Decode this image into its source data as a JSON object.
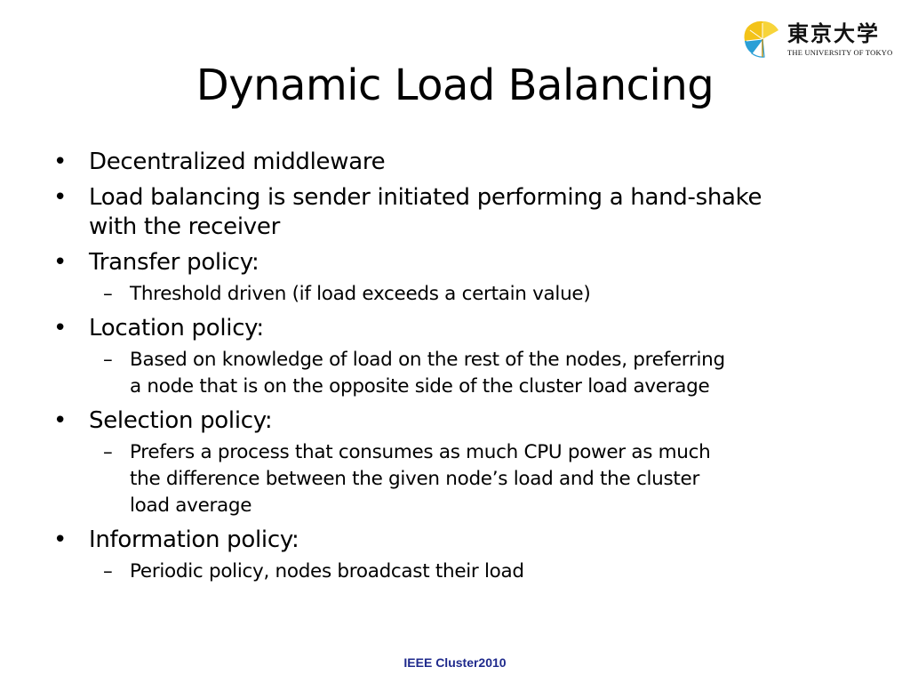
{
  "slide": {
    "title": "Dynamic Load Balancing",
    "footer": "IEEE Cluster2010",
    "logo": {
      "jp": "東京大学",
      "en": "THE UNIVERSITY OF TOKYO",
      "colors": {
        "yellow": "#f3c318",
        "blue": "#2a9fd6"
      }
    },
    "bullets": [
      {
        "level": 1,
        "marker": "•",
        "lines": [
          "Decentralized middleware"
        ]
      },
      {
        "level": 1,
        "marker": "•",
        "lines": [
          "Load balancing is sender initiated performing a hand-shake",
          "with the receiver"
        ]
      },
      {
        "level": 1,
        "marker": "•",
        "lines": [
          "Transfer policy:"
        ]
      },
      {
        "level": 2,
        "marker": "–",
        "lines": [
          "Threshold driven (if load exceeds a certain value)"
        ]
      },
      {
        "level": 1,
        "marker": "•",
        "lines": [
          "Location policy:"
        ]
      },
      {
        "level": 2,
        "marker": "–",
        "lines": [
          "Based on knowledge of load on the rest of the nodes, preferring",
          "a node that is on the opposite side of the cluster load average"
        ]
      },
      {
        "level": 1,
        "marker": "•",
        "lines": [
          "Selection policy:"
        ]
      },
      {
        "level": 2,
        "marker": "–",
        "lines": [
          "Prefers a process that consumes as much CPU power as much",
          "the difference between the given node’s load and the cluster",
          "load average"
        ]
      },
      {
        "level": 1,
        "marker": "•",
        "lines": [
          "Information policy:"
        ]
      },
      {
        "level": 2,
        "marker": "–",
        "lines": [
          "Periodic policy, nodes broadcast their load"
        ]
      }
    ]
  }
}
